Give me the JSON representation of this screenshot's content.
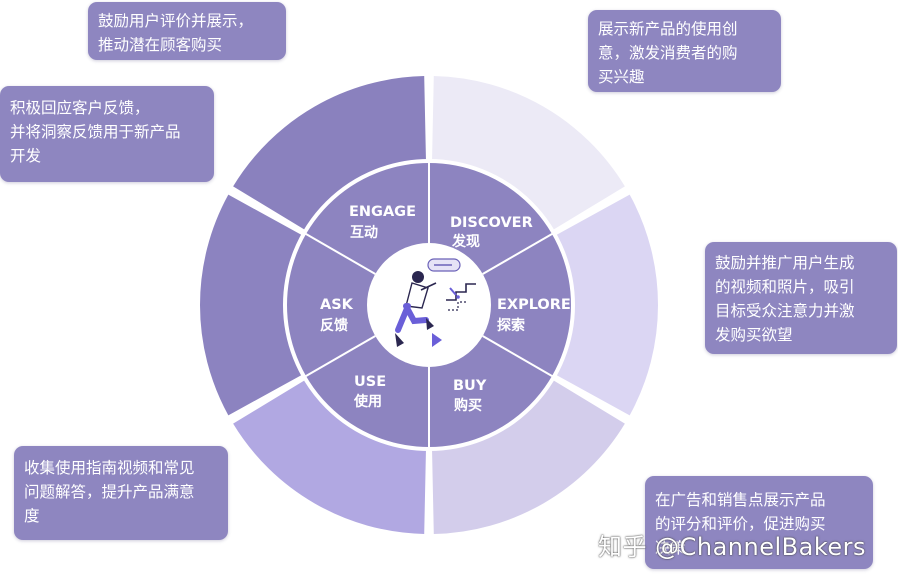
{
  "colors": {
    "outer_segments": [
      "#8a81be",
      "#eceaf6",
      "#dbd6f3",
      "#d3cdeb",
      "#b1a8e2",
      "#8c83c0"
    ],
    "inner_ring": "#8d84c0",
    "center_circle": "#ffffff",
    "callout_bg": "#8e86c0"
  },
  "stages": [
    {
      "en": "ENGAGE",
      "zh": "互动"
    },
    {
      "en": "DISCOVER",
      "zh": "发现"
    },
    {
      "en": "EXPLORE",
      "zh": "探索"
    },
    {
      "en": "BUY",
      "zh": "购买"
    },
    {
      "en": "USE",
      "zh": "使用"
    },
    {
      "en": "ASK",
      "zh": "反馈"
    }
  ],
  "callouts": [
    {
      "lines": [
        "鼓励用户评价并展示，",
        "推动潜在顾客购买"
      ]
    },
    {
      "lines": [
        "展示新产品的使用创",
        "意，激发消费者的购",
        "买兴趣"
      ]
    },
    {
      "lines": [
        "积极回应客户反馈，",
        "并将洞察反馈用于新产品",
        "开发"
      ]
    },
    {
      "lines": [
        "鼓励并推广用户生成",
        "的视频和照片，吸引",
        "目标受众注意力并激",
        "发购买欲望"
      ]
    },
    {
      "lines": [
        "收集使用指南视频和常见",
        "问题解答，提升产品满意",
        "度"
      ]
    },
    {
      "lines": [
        "在广告和销售点展示产品",
        "的评分和评价，促进购买",
        "决策"
      ]
    }
  ],
  "watermark": "知乎 @ChannelBakers",
  "center_icon": "person-climbing-steps-icon"
}
